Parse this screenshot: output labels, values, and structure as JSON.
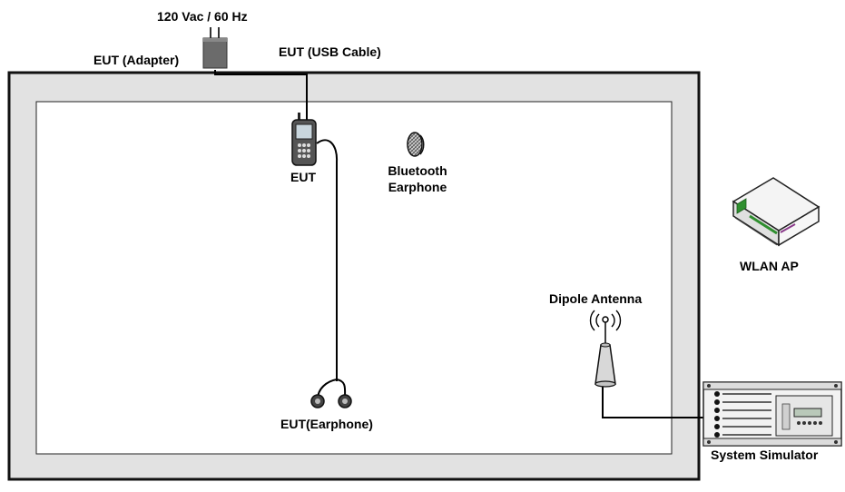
{
  "labels": {
    "power": "120 Vac / 60 Hz",
    "adapter": "EUT (Adapter)",
    "usb_cable": "EUT (USB Cable)",
    "eut": "EUT",
    "bluetooth_line1": "Bluetooth",
    "bluetooth_line2": "Earphone",
    "wlan_ap": "WLAN AP",
    "dipole_antenna": "Dipole Antenna",
    "eut_earphone": "EUT(Earphone)",
    "system_simulator": "System Simulator"
  },
  "icons": {
    "adapter": "power-adapter-icon",
    "phone": "mobile-phone-icon",
    "bluetooth_earphone": "bluetooth-earphone-icon",
    "wlan_ap": "wireless-router-icon",
    "antenna": "dipole-antenna-icon",
    "earphone": "wired-earphone-icon",
    "simulator": "rack-simulator-icon"
  },
  "colors": {
    "chamber_fill": "#e2e2e2",
    "chamber_border": "#111111",
    "adapter": "#6b6b6b",
    "router_body": "#f2f2f2",
    "router_accent": "#2f8f2f"
  }
}
